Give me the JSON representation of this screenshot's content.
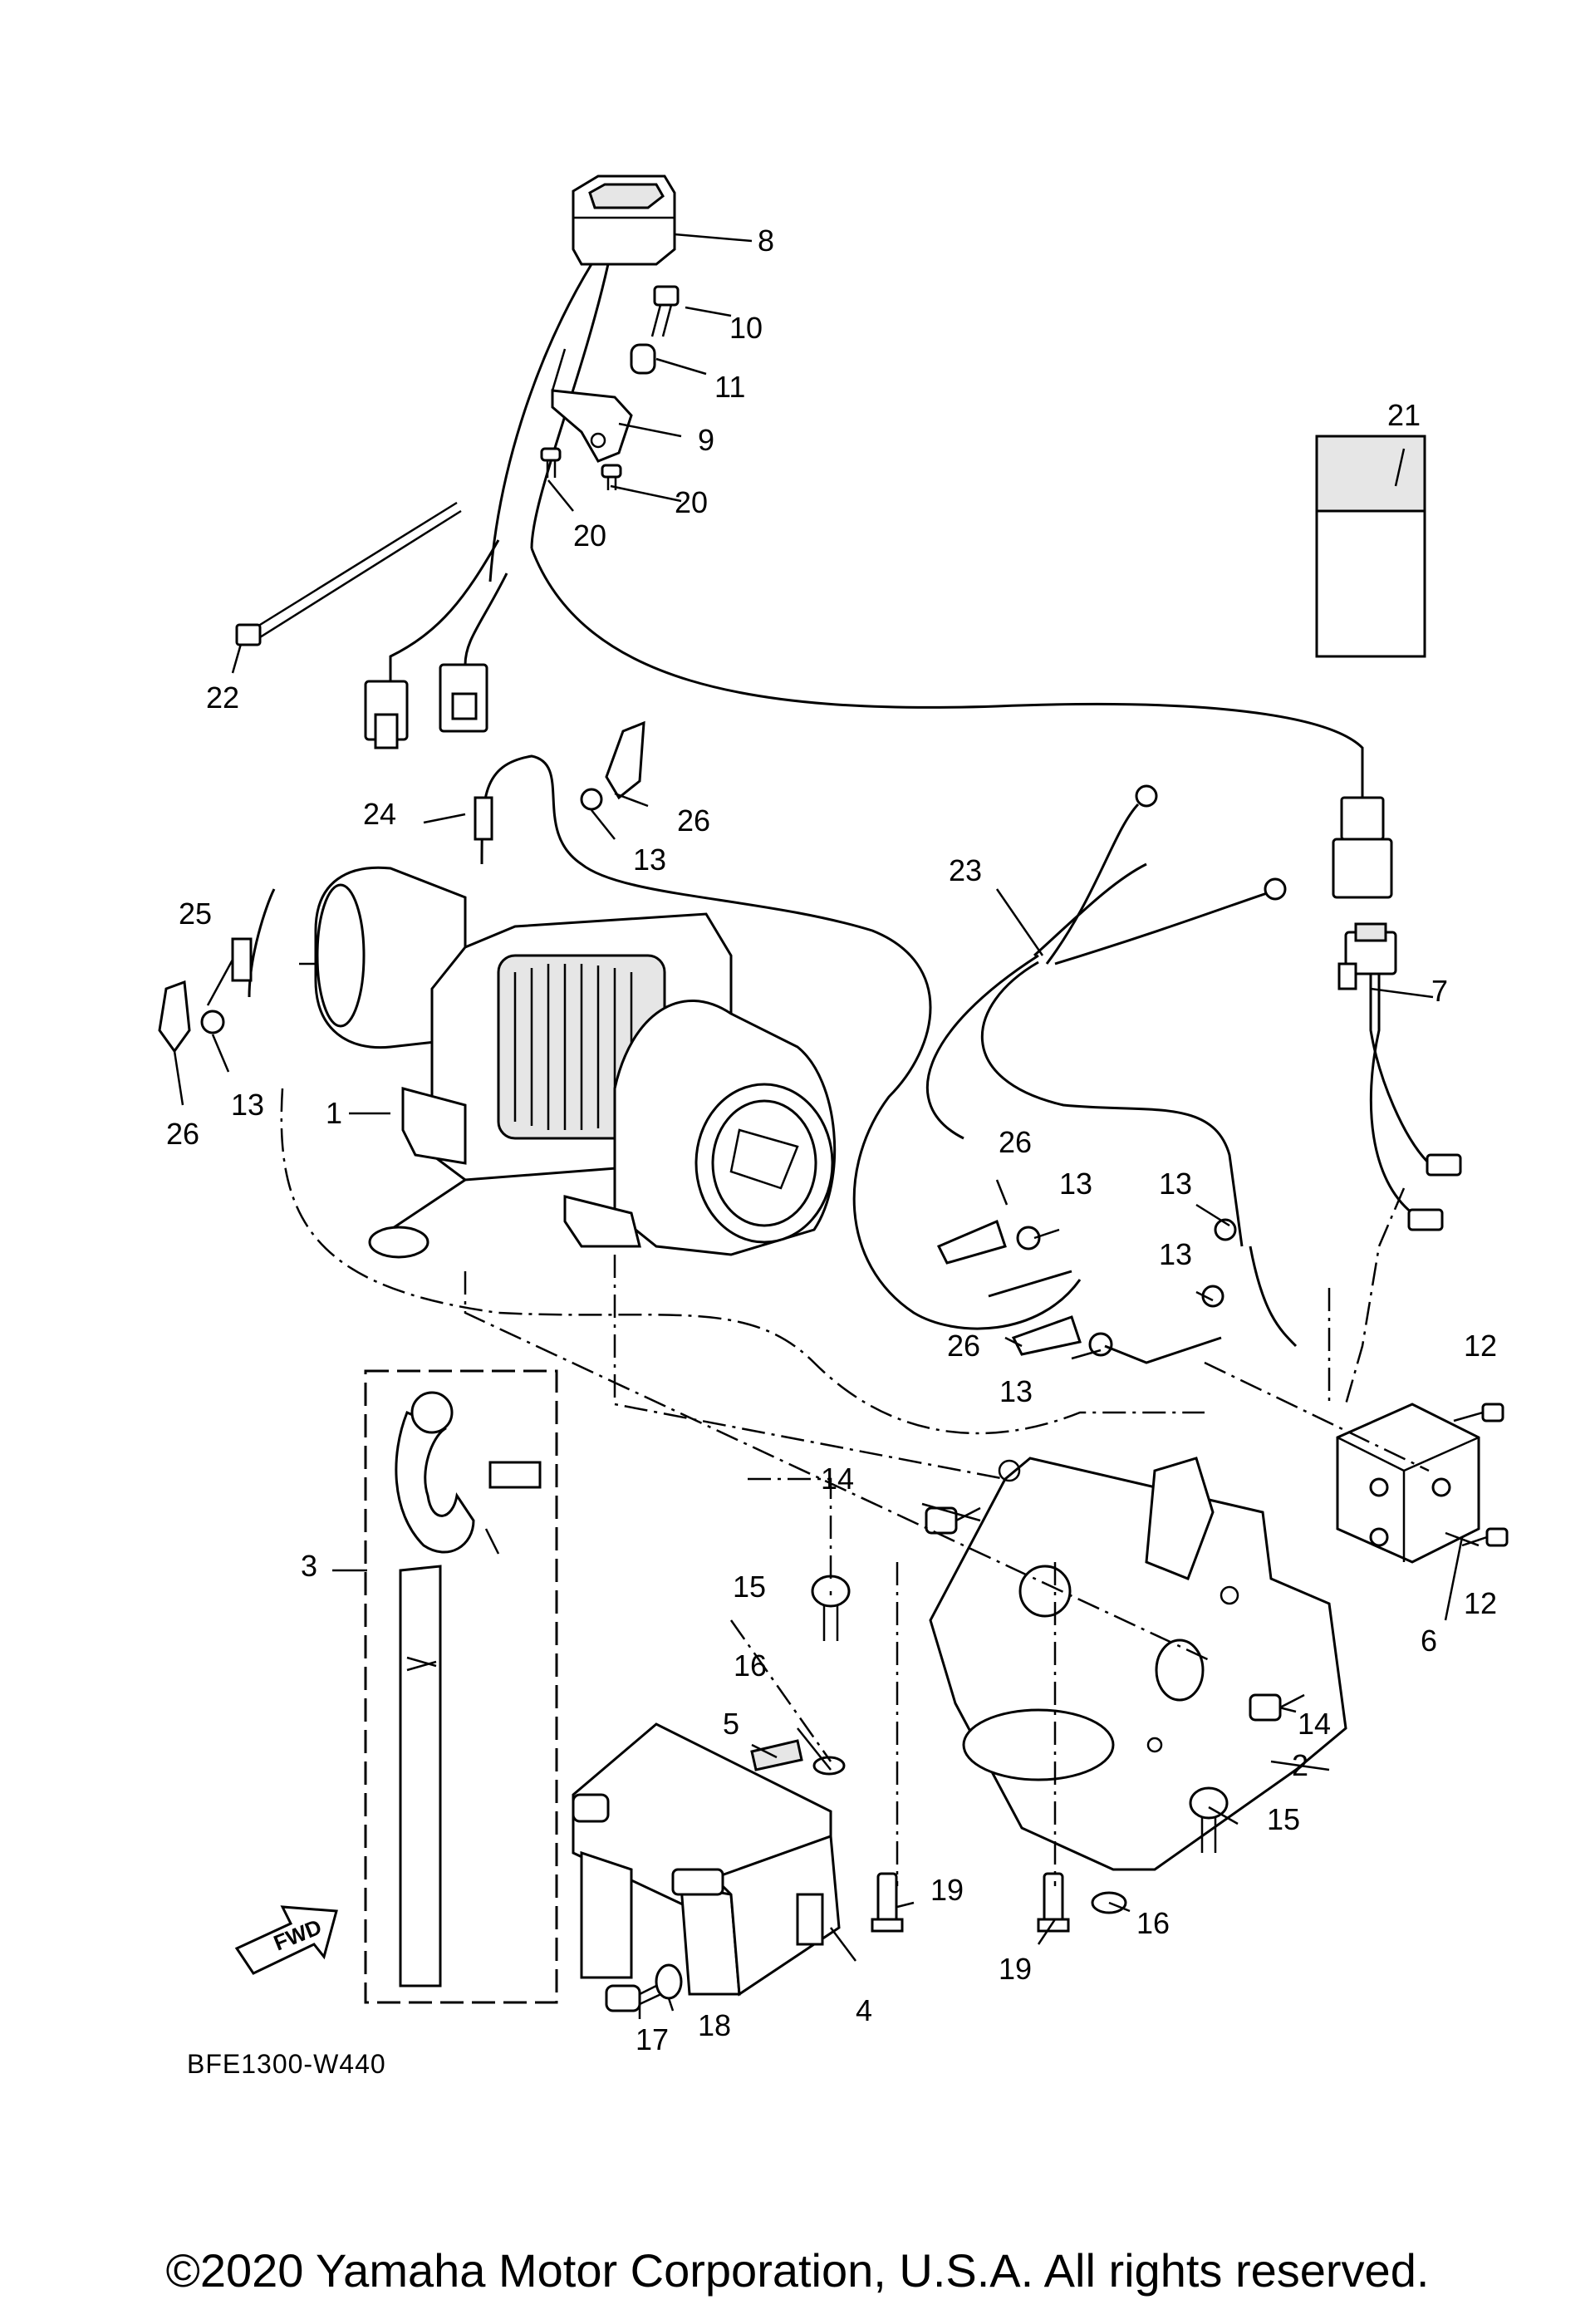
{
  "diagram": {
    "code": "BFE1300-W440",
    "direction_label": "FWD",
    "copyright": "©2020 Yamaha Motor Corporation, U.S.A. All rights reserved."
  },
  "callouts": [
    "1",
    "2",
    "3",
    "4",
    "5",
    "6",
    "7",
    "8",
    "9",
    "10",
    "11",
    "12",
    "12",
    "13",
    "13",
    "13",
    "13",
    "13",
    "13",
    "14",
    "14",
    "15",
    "15",
    "16",
    "16",
    "17",
    "18",
    "19",
    "19",
    "20",
    "20",
    "21",
    "22",
    "23",
    "24",
    "25",
    "26",
    "26",
    "26",
    "26"
  ]
}
